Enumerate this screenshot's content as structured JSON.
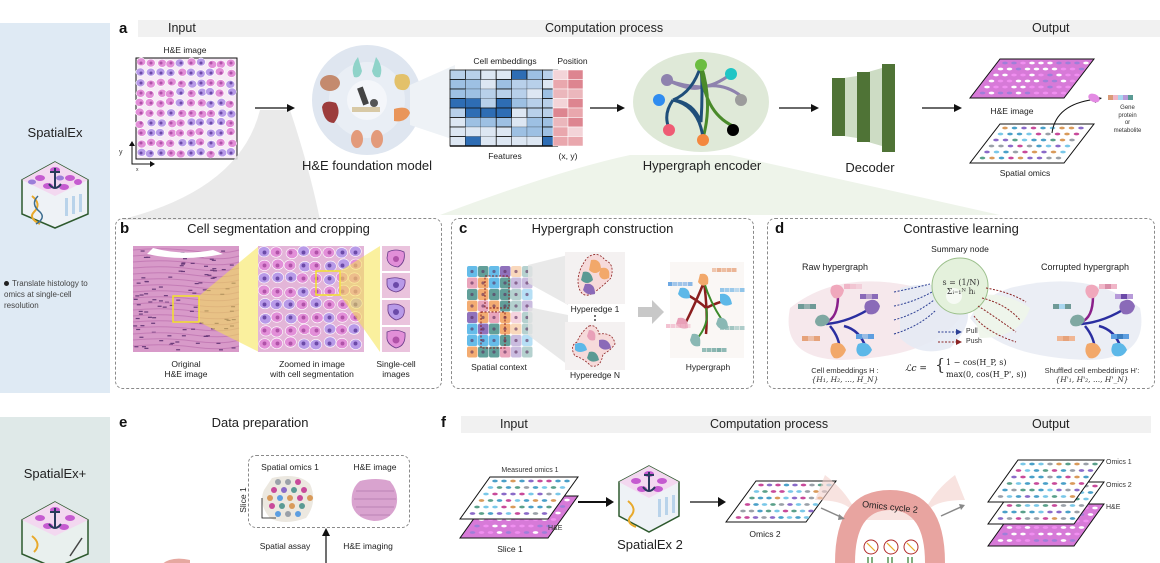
{
  "sidebar": {
    "top": {
      "title": "SpatialEx",
      "description": "Translate histology to omics at single-cell resolution",
      "icon": "spatialex-cube-icon"
    },
    "bottom": {
      "title": "SpatialEx+",
      "icon": "spatialex-plus-cube-icon"
    }
  },
  "panel_a": {
    "letter": "a",
    "header": {
      "input": "Input",
      "process": "Computation process",
      "output": "Output"
    },
    "he_image_label": "H&E image",
    "axis_y": "y",
    "axis_x": "x",
    "foundation_model_label": "H&E foundation model",
    "embeddings_title": "Cell embeddings",
    "position_title": "Position",
    "features_label": "Features",
    "xy_label": "(x, y)",
    "encoder_label": "Hypergraph encoder",
    "decoder_label": "Decoder",
    "output_he_label": "H&E image",
    "output_omics_label": "Spatial omics",
    "output_molecule_label": "Gene\nprotein\nor\nmetabolite",
    "colors": {
      "decoder_dark": "#4f7336",
      "decoder_light": "#cddcc4",
      "embedding_dark": "#2e6db4",
      "embedding_mid": "#9dc0e3",
      "embedding_light": "#dde7f3"
    }
  },
  "panel_b": {
    "letter": "b",
    "title": "Cell segmentation and cropping",
    "captions": [
      "Original\nH&E image",
      "Zoomed in image\nwith cell segmentation",
      "Single-cell\nimages"
    ]
  },
  "panel_c": {
    "letter": "c",
    "title": "Hypergraph construction",
    "spatial_context": "Spatial context",
    "hyperedge_1": "Hyperedge 1",
    "hyperedge_n": "Hyperedge N",
    "hypergraph": "Hypergraph"
  },
  "panel_d": {
    "letter": "d",
    "title": "Contrastive learning",
    "summary_node": "Summary node",
    "summary_formula": "s = (1/N) Σᵢ₌₁ᴺ hᵢ",
    "raw_hypergraph": "Raw hypergraph",
    "corrupted_hypergraph": "Corrupted hypergraph",
    "pull": "Pull",
    "push": "Push",
    "loss_formula_lhs": "ℒc =",
    "loss_case_1": "1 − cos(H_P, s)",
    "loss_case_2": "max(0, cos(H_P', s))",
    "raw_embeddings_1": "Cell embeddings H :",
    "raw_embeddings_2": "{H₁, H₂, ..., H_N}",
    "shuffled_embeddings_1": "Shuffled cell embeddings H':",
    "shuffled_embeddings_2": "{H'₁, H'₂, ..., H'_N}",
    "colors": {
      "pull": "#2c3f94",
      "push": "#8b2424"
    }
  },
  "panel_e": {
    "letter": "e",
    "title": "Data preparation",
    "slice_label": "Slice 1",
    "spatial_omics_label": "Spatial omics 1",
    "he_image_label": "H&E image",
    "spatial_assay": "Spatial assay",
    "he_imaging": "H&E imaging"
  },
  "panel_f": {
    "letter": "f",
    "header": {
      "input": "Input",
      "process": "Computation process",
      "output": "Output"
    },
    "measured_omics": "Measured omics 1",
    "he_label": "H&E",
    "slice_label": "Slice 1",
    "model_label": "SpatialEx 2",
    "omics2_label": "Omics 2",
    "cycle_label": "Omics cycle 2",
    "output_layers": [
      "Omics 1",
      "Omics 2",
      "H&E"
    ]
  }
}
